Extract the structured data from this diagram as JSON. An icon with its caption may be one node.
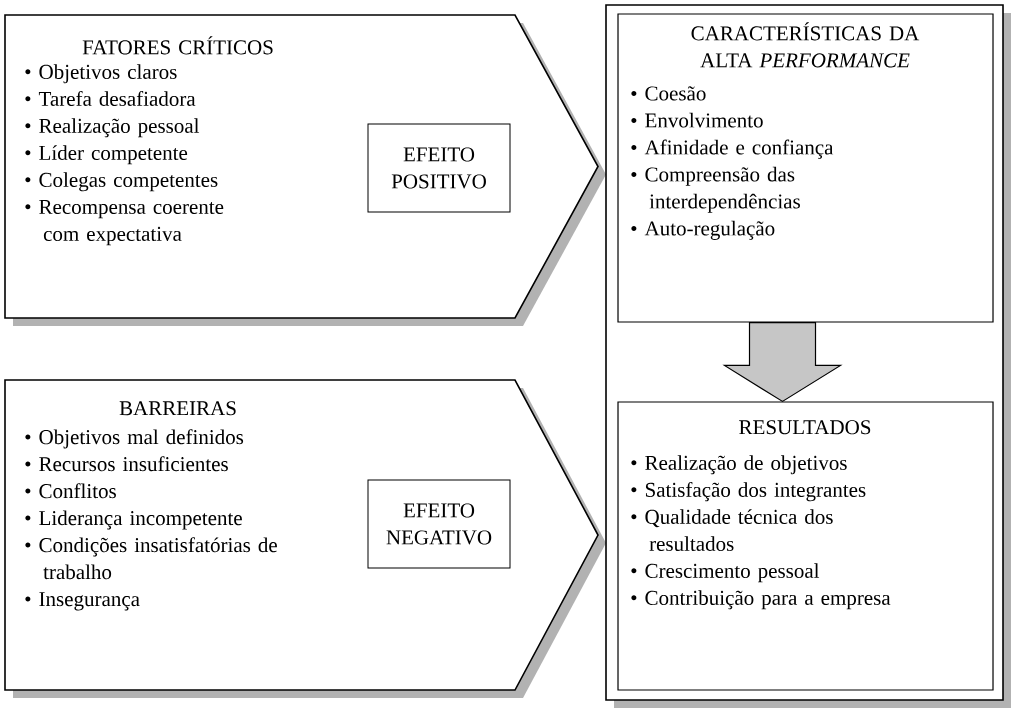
{
  "diagram": {
    "nodes": [
      {
        "text": [
          "FATORES CRÍTICOS",
          "• Objetivos claros",
          "• Tarefa desafiadora",
          "• Realização pessoal",
          "• Líder competente",
          "• Colegas competentes",
          "• Recompensa coerente com expectativa"
        ]
      },
      {
        "text": [
          "EFEITO POSITIVO"
        ],
        "in": 0
      },
      {
        "text": [
          "BARREIRAS",
          "• Objetivos mal definidos",
          "• Recursos insuficientes",
          "• Conflitos",
          "• Liderança incompetente",
          "• Condições insatisfatórias de trabalho",
          "• Insegurança"
        ]
      },
      {
        "text": [
          "EFEITO NEGATIVO"
        ],
        "in": 2
      },
      {
        "text": [],
        "shape": "box"
      },
      {
        "text": [
          "CARACTERÍSTICAS DA ALTA *PERFORMANCE*",
          "• Coesão",
          "• Envolvimento",
          "• Afinidade e confiança",
          "• Compreensão das interdependências",
          "• Auto-regulação"
        ],
        "in": 4
      },
      {
        "text": [
          "RESULTADOS",
          "• Realização de objetivos",
          "• Satisfação dos integrantes",
          "• Qualidade técnica dos resultados",
          "• Crescimento pessoal",
          "• Contribuição para a empresa"
        ],
        "in": 4
      }
    ],
    "edges": [
      {
        "from": 5,
        "to": 6,
        "arrow": "to"
      }
    ]
  }
}
